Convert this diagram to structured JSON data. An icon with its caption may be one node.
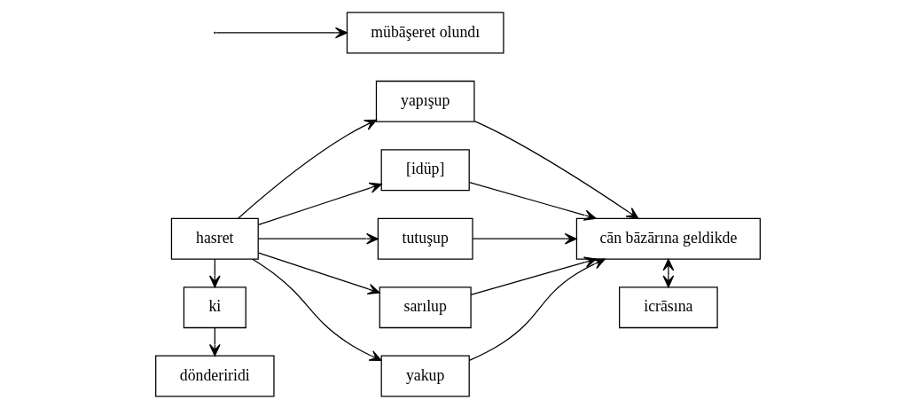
{
  "diagram": {
    "nodes": [
      {
        "text": [
          "hasret"
        ]
      },
      {
        "text": [
          "ki"
        ]
      },
      {
        "text": [
          "dönderiridi"
        ]
      },
      {
        "text": [
          "yapışup"
        ]
      },
      {
        "text": [
          "[idüp]"
        ]
      },
      {
        "text": [
          "tutuşup"
        ]
      },
      {
        "text": [
          "sarılup"
        ]
      },
      {
        "text": [
          "yakup"
        ]
      },
      {
        "text": [
          "cān bāzārına geldikde"
        ]
      },
      {
        "text": [
          "icrāsına"
        ]
      },
      {
        "text": [
          "mübāşeret olundı"
        ]
      }
    ],
    "edges": [
      {
        "from": 0,
        "to": 1,
        "arrow": "to"
      },
      {
        "from": 1,
        "to": 2,
        "arrow": "to"
      },
      {
        "from": 0,
        "to": 3,
        "arrow": "to"
      },
      {
        "from": 0,
        "to": 4,
        "arrow": "to"
      },
      {
        "from": 0,
        "to": 5,
        "arrow": "to"
      },
      {
        "from": 0,
        "to": 6,
        "arrow": "to"
      },
      {
        "from": 0,
        "to": 7,
        "arrow": "to"
      },
      {
        "from": 3,
        "to": 8,
        "arrow": "to"
      },
      {
        "from": 4,
        "to": 8,
        "arrow": "to"
      },
      {
        "from": 5,
        "to": 8,
        "arrow": "to"
      },
      {
        "from": 6,
        "to": 8,
        "arrow": "to"
      },
      {
        "from": 7,
        "to": 8,
        "arrow": "to"
      },
      {
        "from": 8,
        "to": 9,
        "arrow": "both"
      },
      {
        "from": null,
        "to": 10,
        "arrow": "to"
      }
    ]
  }
}
